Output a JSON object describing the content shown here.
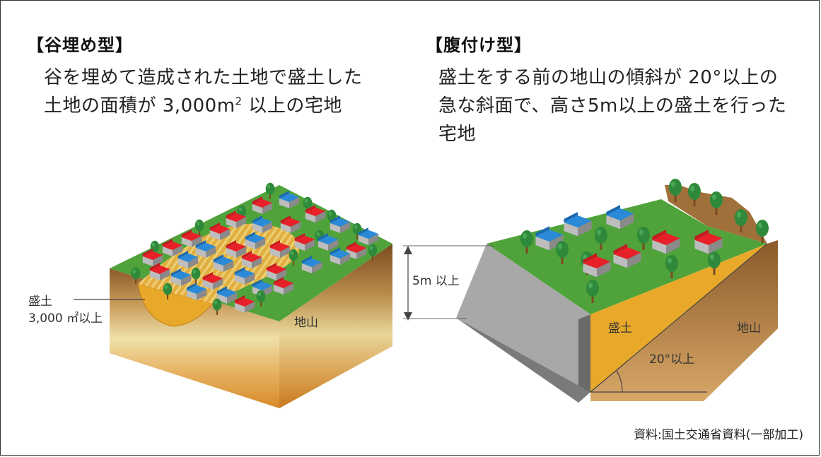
{
  "left": {
    "title": "【谷埋め型】",
    "desc_line1": "谷を埋めて造成された土地で盛土した",
    "desc_line2_pre": "土地の面積が 3,000m",
    "desc_line2_sup": "2",
    "desc_line2_post": " 以上の宅地",
    "label_fill": "盛土",
    "label_area": "3,000 ㎡以上",
    "label_ground": "地山"
  },
  "right": {
    "title": "【腹付け型】",
    "desc_line1": "盛土をする前の地山の傾斜が 20°以上の",
    "desc_line2": "急な斜面で、高さ5m以上の盛土を行った",
    "desc_line3": "宅地",
    "label_height": "5m 以上",
    "label_fill": "盛土",
    "label_ground": "地山",
    "label_angle": "20°以上"
  },
  "source": "資料:国土交通省資料(一部加工)",
  "colors": {
    "grass": "#4fa33a",
    "fill_soil": "#e8a92a",
    "roof_red": "#e8202a",
    "roof_blue": "#2a8ad8",
    "wall": "#8a8a8a",
    "tree": "#2e8a3a",
    "concrete": "#a8a8a8"
  }
}
